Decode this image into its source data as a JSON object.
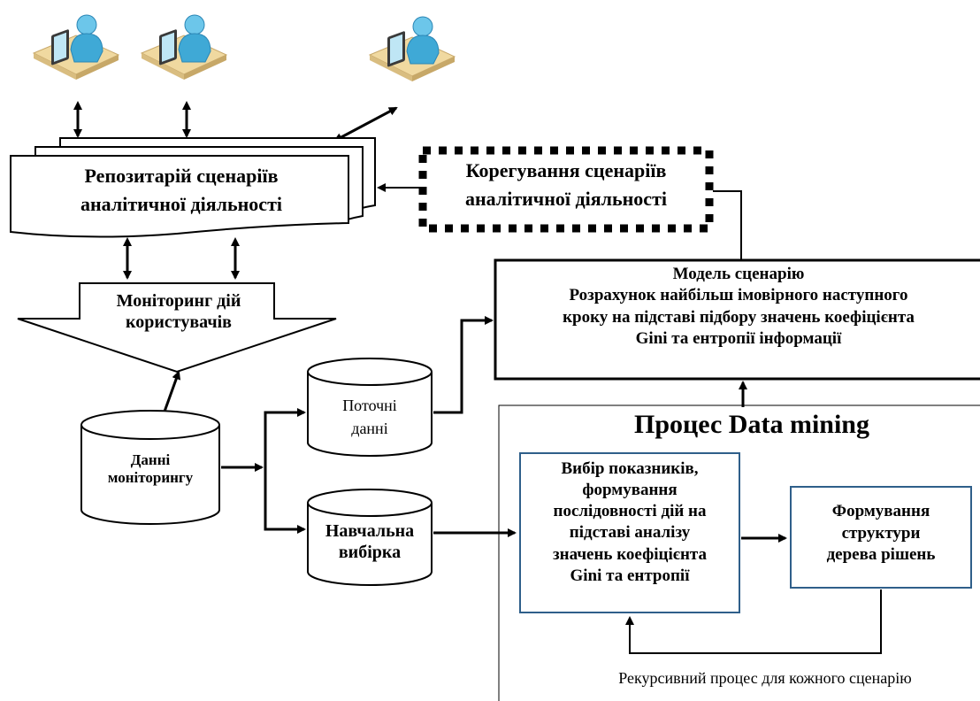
{
  "repository": {
    "line1": "Репозитарій сценаріїв",
    "line2": "аналітичної діяльності"
  },
  "correction": {
    "line1": "Корегування сценаріїв",
    "line2": "аналітичної діяльності"
  },
  "scenario_model": {
    "line1": "Модель сценарію",
    "line2": "Розрахунок найбільш імовірного наступного",
    "line3": "кроку на підставі підбору значень коефіцієнта",
    "line4": "Gini та ентропії інформації"
  },
  "monitoring": {
    "line1": "Моніторинг дій",
    "line2": "користувачів"
  },
  "monitoring_data": {
    "line1": "Данні",
    "line2": "моніторингу"
  },
  "current_data": {
    "line1": "Поточні",
    "line2": "данні"
  },
  "training_sample": {
    "line1": "Навчальна",
    "line2": "вибірка"
  },
  "data_mining": {
    "title": "Процес Data mining",
    "selection": {
      "line1": "Вибір показників,",
      "line2": "формування",
      "line3": "послідовності дій на",
      "line4": "підставі аналізу",
      "line5": "значень коефіцієнта",
      "line6": "Gini та ентропії"
    },
    "tree": {
      "line1": "Формування",
      "line2": "структури",
      "line3": "дерева рішень"
    },
    "recursive_note": "Рекурсивний процес для кожного сценарію"
  },
  "colors": {
    "line": "#000000",
    "process_border": "#2f5f8a",
    "user_body": "#3fa9d6",
    "desk": "#f0d9a0",
    "monitor": "#3a3a3a"
  },
  "icons": [
    "user-computer-icon",
    "user-computer-icon",
    "user-computer-icon"
  ]
}
